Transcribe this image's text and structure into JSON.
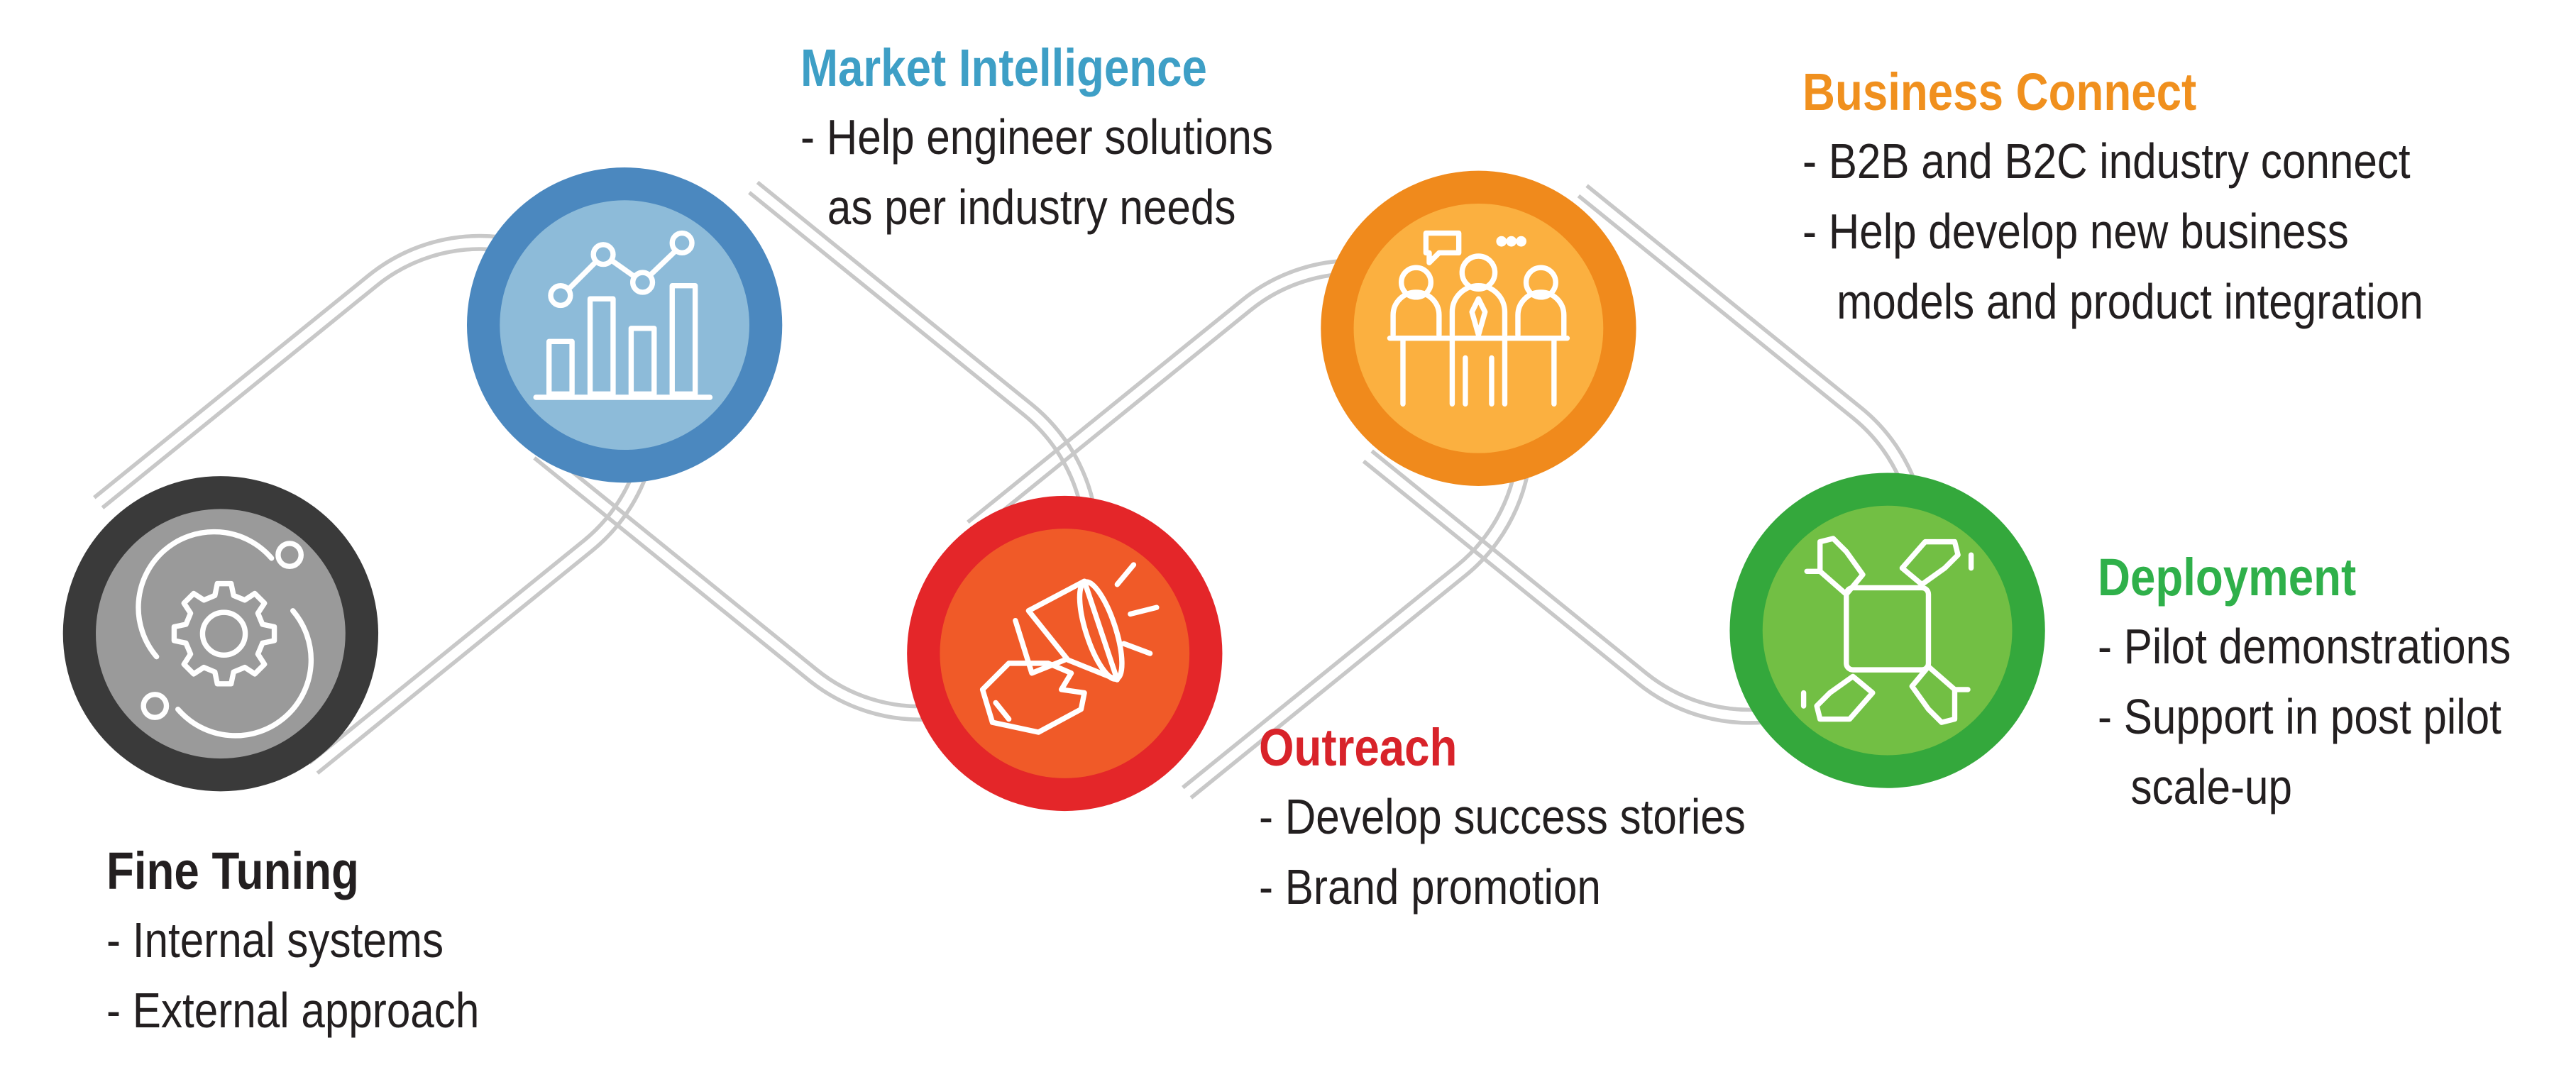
{
  "colors": {
    "outline": "#c8c8c8",
    "text": "#231f20",
    "fine_tuning": "#231f20",
    "market_intelligence": "#3e9fc6",
    "business_connect": "#f0901e",
    "outreach": "#d8232a",
    "deployment": "#2fb04a"
  },
  "stages": {
    "fine_tuning": {
      "icon": "gear-icon",
      "title": "Fine Tuning",
      "line1": "- Internal systems",
      "line2": "- External approach"
    },
    "market_intelligence": {
      "icon": "bar-chart-icon",
      "title": "Market Intelligence",
      "line1": "- Help engineer solutions",
      "line2": "as per industry needs"
    },
    "outreach": {
      "icon": "megaphone-icon",
      "title": "Outreach",
      "line1": "- Develop success stories",
      "line2": "- Brand promotion"
    },
    "business_connect": {
      "icon": "meeting-icon",
      "title": "Business Connect",
      "line1": "- B2B and B2C industry connect",
      "line2": "- Help develop new business",
      "line3": "models and product integration"
    },
    "deployment": {
      "icon": "joined-hands-icon",
      "title": "Deployment",
      "line1": "- Pilot demonstrations",
      "line2": "- Support in post pilot",
      "line3": "scale-up"
    }
  }
}
